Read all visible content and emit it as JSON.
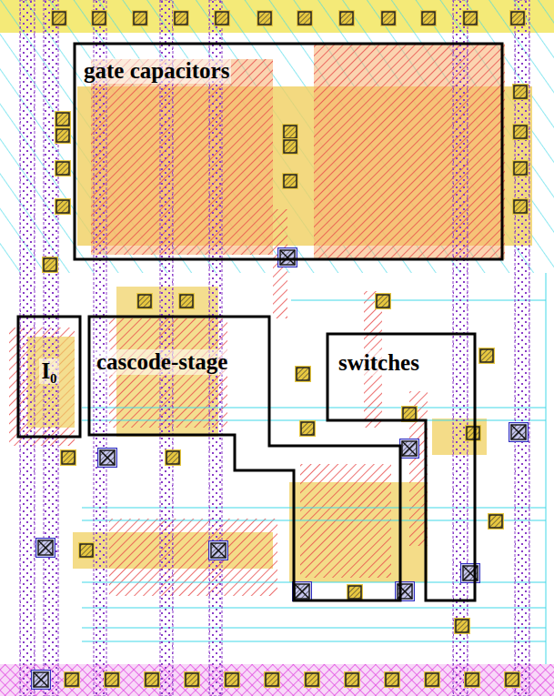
{
  "diagram": {
    "nodes": [
      {
        "text": [
          "gate capacitors"
        ]
      },
      {
        "text": [
          "I₀"
        ]
      },
      {
        "text": [
          "cascode-stage"
        ]
      },
      {
        "text": [
          "switches"
        ]
      }
    ]
  }
}
